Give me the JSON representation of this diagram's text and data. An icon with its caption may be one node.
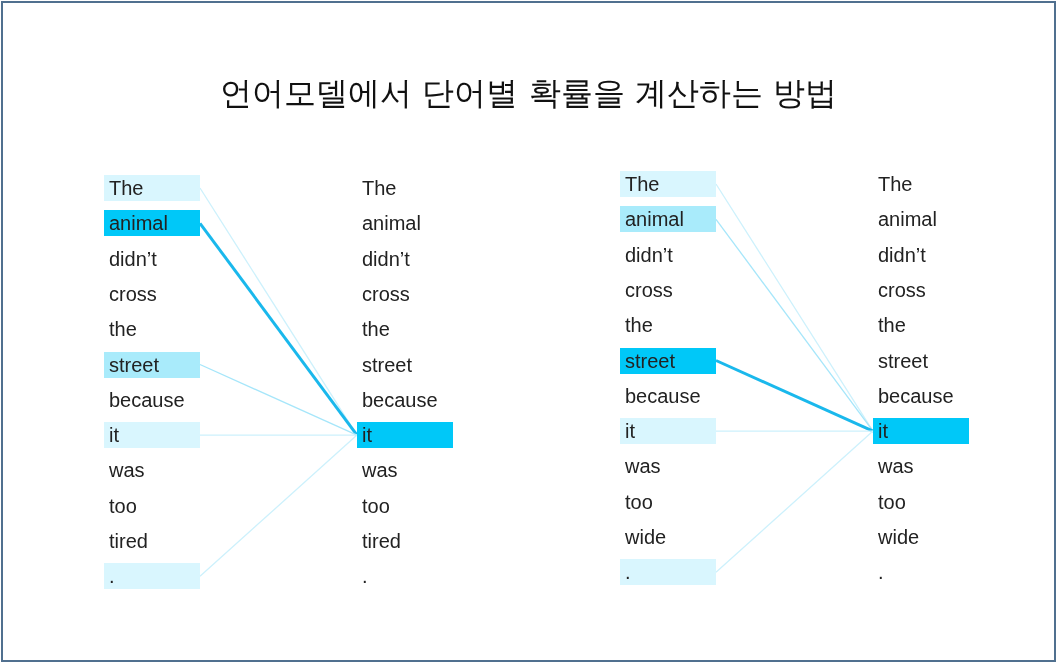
{
  "diagram": {
    "title": "언어모델에서 단어별 확률을 계산하는 방법",
    "nodes": [
      {
        "text": [
          "The"
        ]
      },
      {
        "text": [
          "animal"
        ]
      },
      {
        "text": [
          "didn’t"
        ]
      },
      {
        "text": [
          "cross"
        ]
      },
      {
        "text": [
          "the"
        ]
      },
      {
        "text": [
          "street"
        ]
      },
      {
        "text": [
          "because"
        ]
      },
      {
        "text": [
          "it"
        ]
      },
      {
        "text": [
          "was"
        ]
      },
      {
        "text": [
          "too"
        ]
      },
      {
        "text": [
          "tired"
        ]
      },
      {
        "text": [
          "."
        ]
      },
      {
        "text": [
          "The"
        ]
      },
      {
        "text": [
          "animal"
        ]
      },
      {
        "text": [
          "didn’t"
        ]
      },
      {
        "text": [
          "cross"
        ]
      },
      {
        "text": [
          "the"
        ]
      },
      {
        "text": [
          "street"
        ]
      },
      {
        "text": [
          "because"
        ]
      },
      {
        "text": [
          "it"
        ]
      },
      {
        "text": [
          "was"
        ]
      },
      {
        "text": [
          "too"
        ]
      },
      {
        "text": [
          "tired"
        ]
      },
      {
        "text": [
          "."
        ]
      },
      {
        "text": [
          "The"
        ]
      },
      {
        "text": [
          "animal"
        ]
      },
      {
        "text": [
          "didn’t"
        ]
      },
      {
        "text": [
          "cross"
        ]
      },
      {
        "text": [
          "the"
        ]
      },
      {
        "text": [
          "street"
        ]
      },
      {
        "text": [
          "because"
        ]
      },
      {
        "text": [
          "it"
        ]
      },
      {
        "text": [
          "was"
        ]
      },
      {
        "text": [
          "too"
        ]
      },
      {
        "text": [
          "wide"
        ]
      },
      {
        "text": [
          "."
        ]
      },
      {
        "text": [
          "The"
        ]
      },
      {
        "text": [
          "animal"
        ]
      },
      {
        "text": [
          "didn’t"
        ]
      },
      {
        "text": [
          "cross"
        ]
      },
      {
        "text": [
          "the"
        ]
      },
      {
        "text": [
          "street"
        ]
      },
      {
        "text": [
          "because"
        ]
      },
      {
        "text": [
          "it"
        ]
      },
      {
        "text": [
          "was"
        ]
      },
      {
        "text": [
          "too"
        ]
      },
      {
        "text": [
          "wide"
        ]
      },
      {
        "text": [
          "."
        ]
      }
    ],
    "edges": [
      {
        "from": 0,
        "to": 19,
        "arrow": "none"
      },
      {
        "from": 1,
        "to": 19,
        "arrow": "none",
        "style": "thick",
        "color": "#1ab8ec"
      },
      {
        "from": 5,
        "to": 19,
        "arrow": "none",
        "color": "#a6e6fa"
      },
      {
        "from": 7,
        "to": 19,
        "arrow": "none"
      },
      {
        "from": 11,
        "to": 19,
        "arrow": "none"
      },
      {
        "from": 24,
        "to": 43,
        "arrow": "none"
      },
      {
        "from": 25,
        "to": 43,
        "arrow": "none",
        "color": "#a6e6fa"
      },
      {
        "from": 29,
        "to": 43,
        "arrow": "none",
        "style": "thick",
        "color": "#1ab8ec"
      },
      {
        "from": 31,
        "to": 43,
        "arrow": "none"
      },
      {
        "from": 35,
        "to": 43,
        "arrow": "none"
      }
    ]
  }
}
